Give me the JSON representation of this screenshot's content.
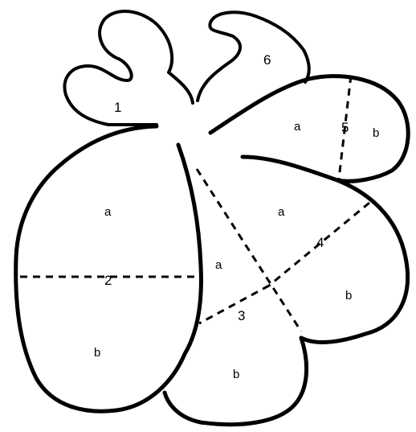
{
  "diagram": {
    "segment_numbers": {
      "s1": "1",
      "s2": "2",
      "s3": "3",
      "s4": "4",
      "s5": "5",
      "s6": "6"
    },
    "subsegment_letters": {
      "left_a": "a",
      "left_b": "b",
      "middle_a": "a",
      "lower_b": "b",
      "right_a": "a",
      "right_b": "b",
      "upper_a": "a",
      "upper_b": "b"
    }
  }
}
